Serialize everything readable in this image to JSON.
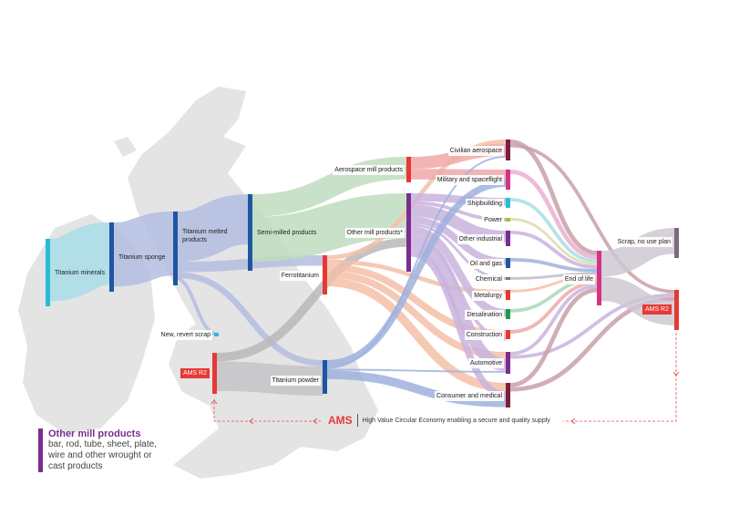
{
  "nodes": [
    {
      "id": "minerals",
      "label": "Titanium minerals",
      "color": "#2bbcd4"
    },
    {
      "id": "sponge",
      "label": "Titanium sponge",
      "color": "#1e56a0"
    },
    {
      "id": "melted",
      "label": "Titanium melted products",
      "color": "#1e56a0"
    },
    {
      "id": "semi",
      "label": "Semi-milled products",
      "color": "#1e56a0"
    },
    {
      "id": "ferro",
      "label": "Ferrotitanium",
      "color": "#e53935"
    },
    {
      "id": "aeromill",
      "label": "Aerospace mill products",
      "color": "#e53935"
    },
    {
      "id": "othermill",
      "label": "Other mill products*",
      "color": "#7b2d8e"
    },
    {
      "id": "scrap",
      "label": "New, revert scrap",
      "color": "#2bbcd4"
    },
    {
      "id": "amsl",
      "label": "AMS R2",
      "color": "#e53935"
    },
    {
      "id": "powder",
      "label": "Titanium powder",
      "color": "#1e56a0"
    },
    {
      "id": "civil",
      "label": "Civilian aerospace",
      "color": "#7a1f3d"
    },
    {
      "id": "military",
      "label": "Military and spaceflight",
      "color": "#d63384"
    },
    {
      "id": "ship",
      "label": "Shipbuilding",
      "color": "#2bbcd4"
    },
    {
      "id": "power",
      "label": "Power",
      "color": "#b5b83a"
    },
    {
      "id": "otherind",
      "label": "Other industrial",
      "color": "#7b2d8e"
    },
    {
      "id": "oil",
      "label": "Oil and gas",
      "color": "#1e56a0"
    },
    {
      "id": "chem",
      "label": "Chemical",
      "color": "#8a6d8a"
    },
    {
      "id": "metal",
      "label": "Metalurgy",
      "color": "#e53935"
    },
    {
      "id": "desal",
      "label": "Desalination",
      "color": "#1e9e4a"
    },
    {
      "id": "constr",
      "label": "Construction",
      "color": "#e53935"
    },
    {
      "id": "auto",
      "label": "Automotive",
      "color": "#7b2d8e"
    },
    {
      "id": "consumer",
      "label": "Consumer and medical",
      "color": "#7a1f3d"
    },
    {
      "id": "eol",
      "label": "End of life",
      "color": "#d63384"
    },
    {
      "id": "noplan",
      "label": "Scrap, no use plan",
      "color": "#7d6a80"
    },
    {
      "id": "amsr",
      "label": "AMS R2",
      "color": "#e53935"
    }
  ],
  "links": [
    {
      "s": "minerals",
      "t": "sponge",
      "v": 72,
      "c": "#a8dde8"
    },
    {
      "s": "sponge",
      "t": "melted",
      "v": 74,
      "c": "#b3bde0"
    },
    {
      "s": "scrap",
      "t": "melted",
      "v": 4,
      "c": "#b3bde0"
    },
    {
      "s": "melted",
      "t": "semi",
      "v": 58,
      "c": "#b3bde0"
    },
    {
      "s": "melted",
      "t": "ferro",
      "v": 12,
      "c": "#b3bde0"
    },
    {
      "s": "melted",
      "t": "powder",
      "v": 7,
      "c": "#b3bde0"
    },
    {
      "s": "semi",
      "t": "aeromill",
      "v": 26,
      "c": "#bfdcbf"
    },
    {
      "s": "semi",
      "t": "othermill",
      "v": 52,
      "c": "#bfdcbf"
    },
    {
      "s": "amsl",
      "t": "othermill",
      "v": 10,
      "c": "#b8b8b8"
    },
    {
      "s": "amsl",
      "t": "powder",
      "v": 34,
      "c": "#c4c4c8"
    },
    {
      "s": "ferro",
      "t": "civil",
      "v": 5,
      "c": "#f5bfa8"
    },
    {
      "s": "ferro",
      "t": "metal",
      "v": 5,
      "c": "#f5bfa8"
    },
    {
      "s": "ferro",
      "t": "constr",
      "v": 8,
      "c": "#f5bfa8"
    },
    {
      "s": "ferro",
      "t": "auto",
      "v": 8,
      "c": "#f5bfa8"
    },
    {
      "s": "ferro",
      "t": "consumer",
      "v": 10,
      "c": "#f5bfa8"
    },
    {
      "s": "aeromill",
      "t": "civil",
      "v": 14,
      "c": "#f0a8a8"
    },
    {
      "s": "aeromill",
      "t": "military",
      "v": 12,
      "c": "#f0a8a8"
    },
    {
      "s": "othermill",
      "t": "ship",
      "v": 9,
      "c": "#c9b3dd"
    },
    {
      "s": "othermill",
      "t": "power",
      "v": 4,
      "c": "#c9b3dd"
    },
    {
      "s": "othermill",
      "t": "otherind",
      "v": 14,
      "c": "#c9b3dd"
    },
    {
      "s": "othermill",
      "t": "oil",
      "v": 8,
      "c": "#c9b3dd"
    },
    {
      "s": "othermill",
      "t": "chem",
      "v": 3,
      "c": "#c9b3dd"
    },
    {
      "s": "othermill",
      "t": "desal",
      "v": 9,
      "c": "#c9b3dd"
    },
    {
      "s": "othermill",
      "t": "constr",
      "v": 4,
      "c": "#c9b3dd"
    },
    {
      "s": "othermill",
      "t": "auto",
      "v": 14,
      "c": "#c9b3dd"
    },
    {
      "s": "othermill",
      "t": "consumer",
      "v": 8,
      "c": "#c9b3dd"
    },
    {
      "s": "powder",
      "t": "military",
      "v": 8,
      "c": "#9fb1dd"
    },
    {
      "s": "powder",
      "t": "civil",
      "v": 2,
      "c": "#9fb1dd"
    },
    {
      "s": "powder",
      "t": "auto",
      "v": 2,
      "c": "#9fb1dd"
    },
    {
      "s": "powder",
      "t": "consumer",
      "v": 10,
      "c": "#9fb1dd"
    },
    {
      "s": "civil",
      "t": "eol",
      "v": 5,
      "c": "#c9a0a8"
    },
    {
      "s": "civil",
      "t": "amsr",
      "v": 4,
      "c": "#c9a0a8"
    },
    {
      "s": "military",
      "t": "eol",
      "v": 5,
      "c": "#eab0d0"
    },
    {
      "s": "ship",
      "t": "eol",
      "v": 4,
      "c": "#a8dde8"
    },
    {
      "s": "power",
      "t": "eol",
      "v": 3,
      "c": "#dcdca8"
    },
    {
      "s": "otherind",
      "t": "eol",
      "v": 4,
      "c": "#c9b3dd"
    },
    {
      "s": "oil",
      "t": "eol",
      "v": 4,
      "c": "#9fb1dd"
    },
    {
      "s": "chem",
      "t": "eol",
      "v": 3,
      "c": "#c4b8c4"
    },
    {
      "s": "metal",
      "t": "eol",
      "v": 3,
      "c": "#f5bfa8"
    },
    {
      "s": "desal",
      "t": "eol",
      "v": 4,
      "c": "#a8d8b8"
    },
    {
      "s": "constr",
      "t": "eol",
      "v": 4,
      "c": "#f0a8a8"
    },
    {
      "s": "auto",
      "t": "eol",
      "v": 4,
      "c": "#c9b3dd"
    },
    {
      "s": "auto",
      "t": "amsr",
      "v": 4,
      "c": "#c9b3dd"
    },
    {
      "s": "consumer",
      "t": "eol",
      "v": 5,
      "c": "#c9a0a8"
    },
    {
      "s": "consumer",
      "t": "amsr",
      "v": 5,
      "c": "#c9a0a8"
    },
    {
      "s": "eol",
      "t": "noplan",
      "v": 30,
      "c": "#cfc8d2"
    },
    {
      "s": "eol",
      "t": "amsr",
      "v": 28,
      "c": "#cfc8d2"
    }
  ],
  "legend": {
    "title": "Other mill products",
    "description": "bar, rod, tube, sheet, plate, wire and other wrought or cast products"
  },
  "footer": {
    "logo": "AMS",
    "tagline": "High Value Circular Economy enabling a secure and quality supply"
  },
  "colors": {
    "accent": "#e53935",
    "map": "#e4e4e4",
    "loop": "#e05050"
  }
}
